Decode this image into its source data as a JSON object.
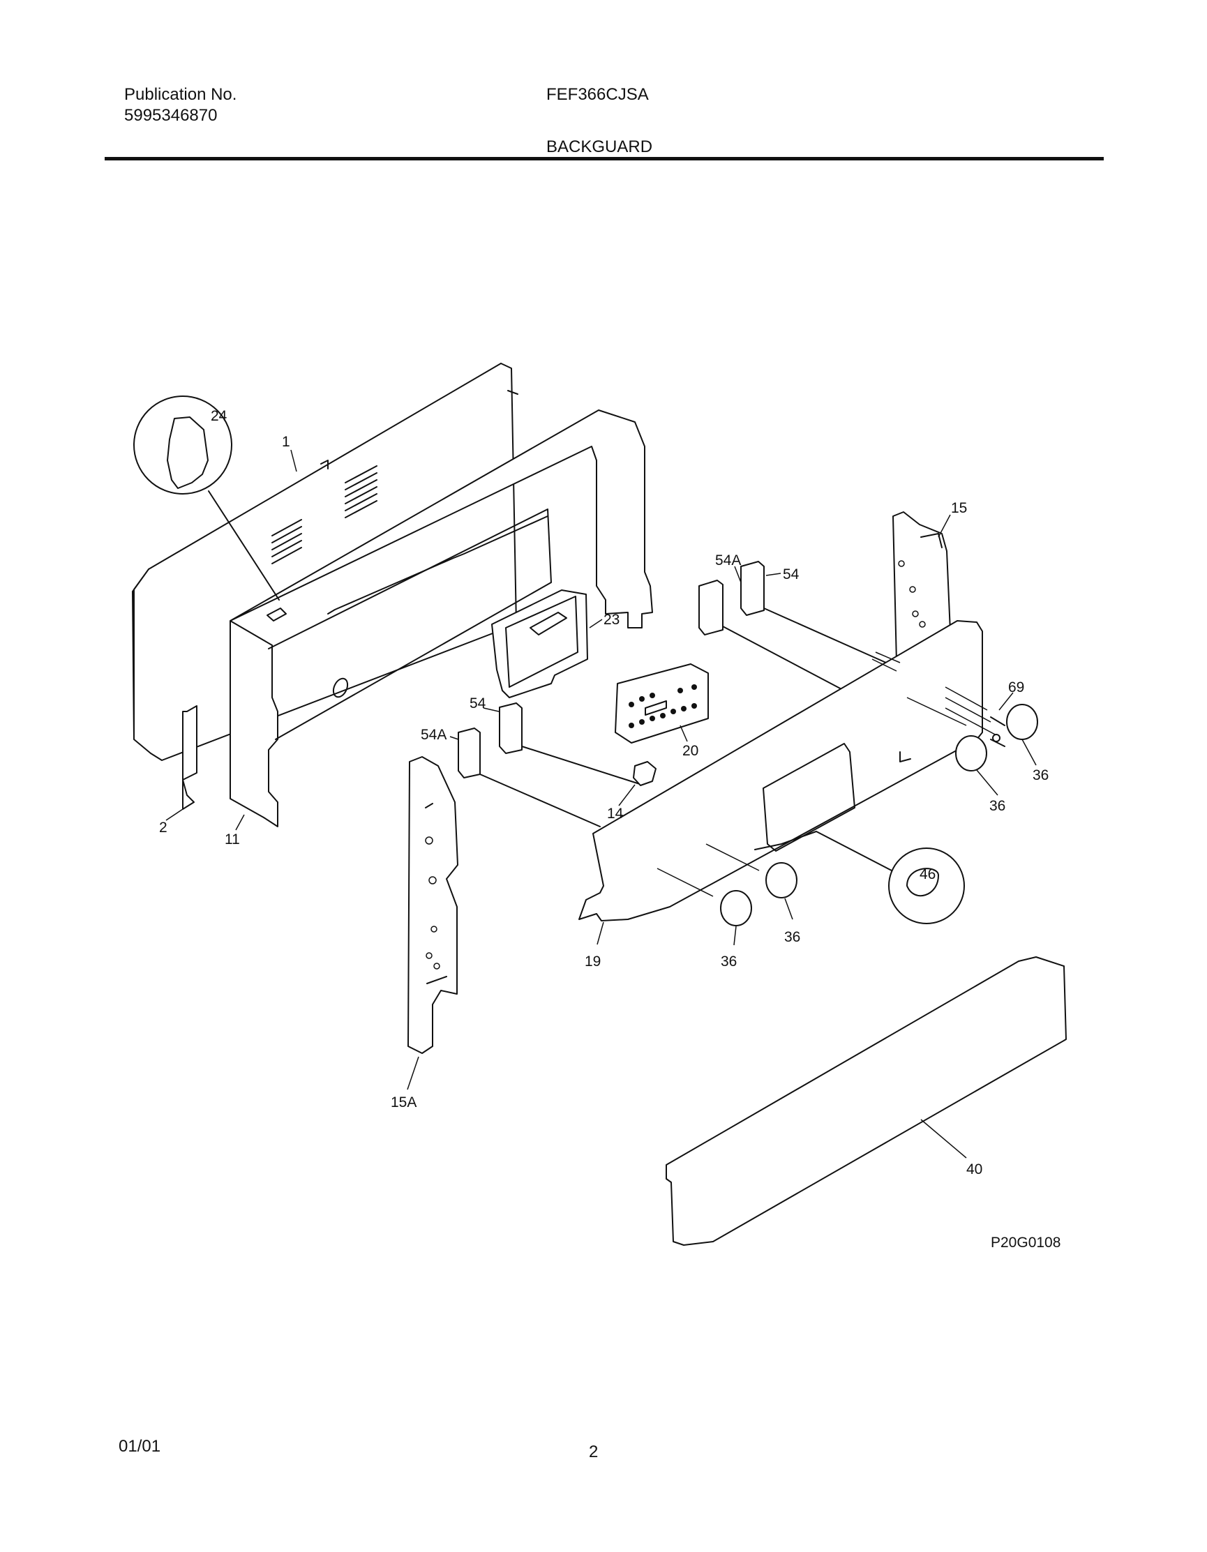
{
  "header": {
    "publication_label": "Publication No.",
    "publication_number": "5995346870",
    "model": "FEF366CJSA",
    "section": "BACKGUARD"
  },
  "diagram": {
    "drawing_code": "P20G0108",
    "callouts": {
      "c24": "24",
      "c1": "1",
      "c15": "15",
      "c54A_top": "54A",
      "c54_top": "54",
      "c23": "23",
      "c69": "69",
      "c54_mid": "54",
      "c54A_mid": "54A",
      "c20": "20",
      "c36_a": "36",
      "c36_b": "36",
      "c36_c": "36",
      "c36_d": "36",
      "c14": "14",
      "c2": "2",
      "c11": "11",
      "c46": "46",
      "c19": "19",
      "c15A": "15A",
      "c40": "40"
    }
  },
  "footer": {
    "date": "01/01",
    "page": "2"
  }
}
